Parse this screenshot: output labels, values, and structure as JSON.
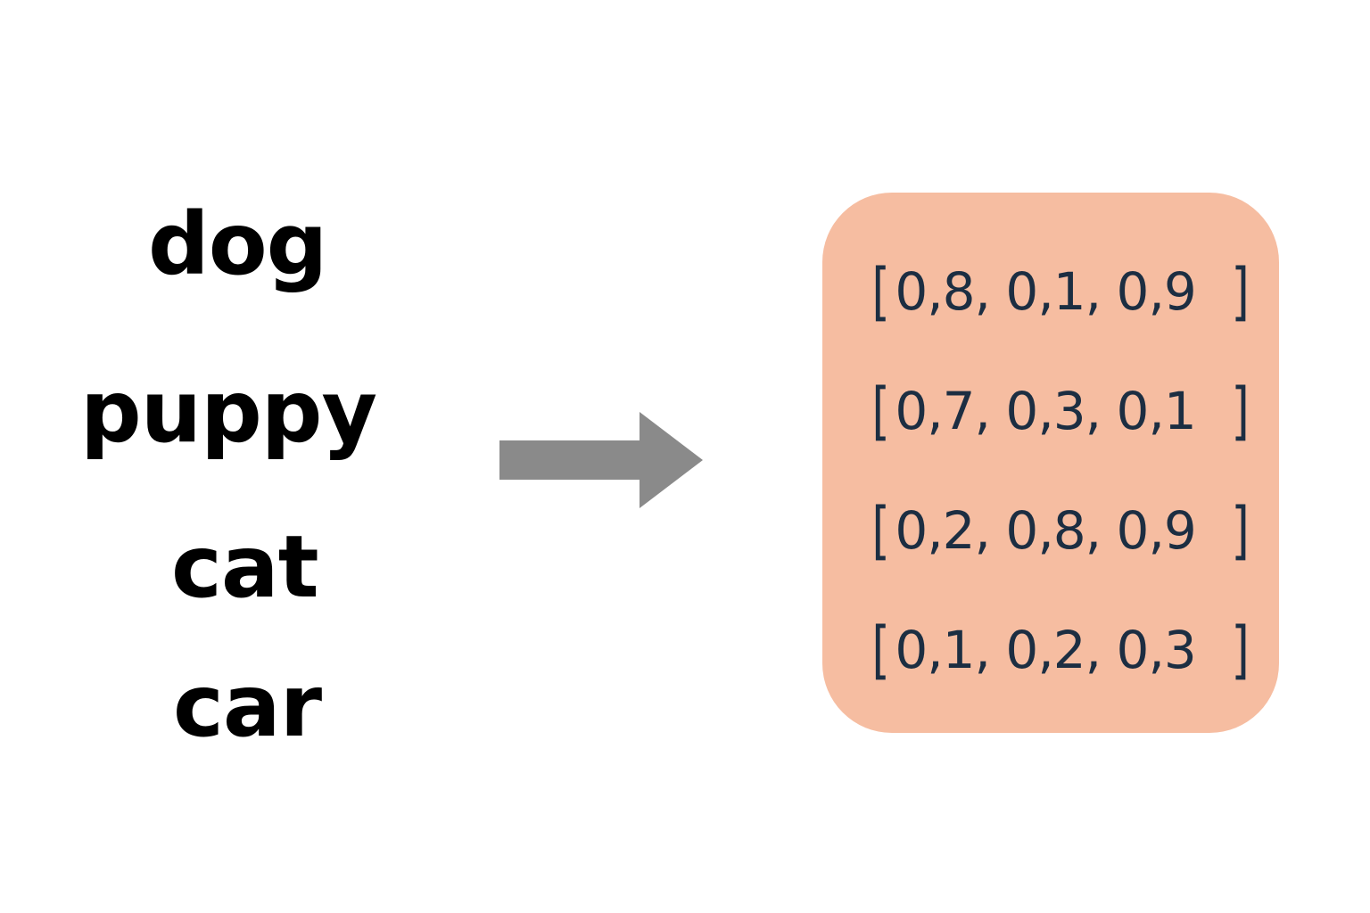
{
  "words": [
    "dog",
    "puppy",
    "cat",
    "car"
  ],
  "vectors": [
    "0,8, 0,1, 0,9",
    "0,7, 0,3, 0,1",
    "0,2, 0,8, 0,9",
    "0,1, 0,2, 0,3"
  ],
  "bracket_open": "[",
  "bracket_close": "]",
  "colors": {
    "word_text": "#000000",
    "arrow": "#8a8a8a",
    "box_fill": "#f6bda1",
    "vector_text": "#1c2e42"
  },
  "icons": {
    "arrow": "right-arrow-icon"
  }
}
